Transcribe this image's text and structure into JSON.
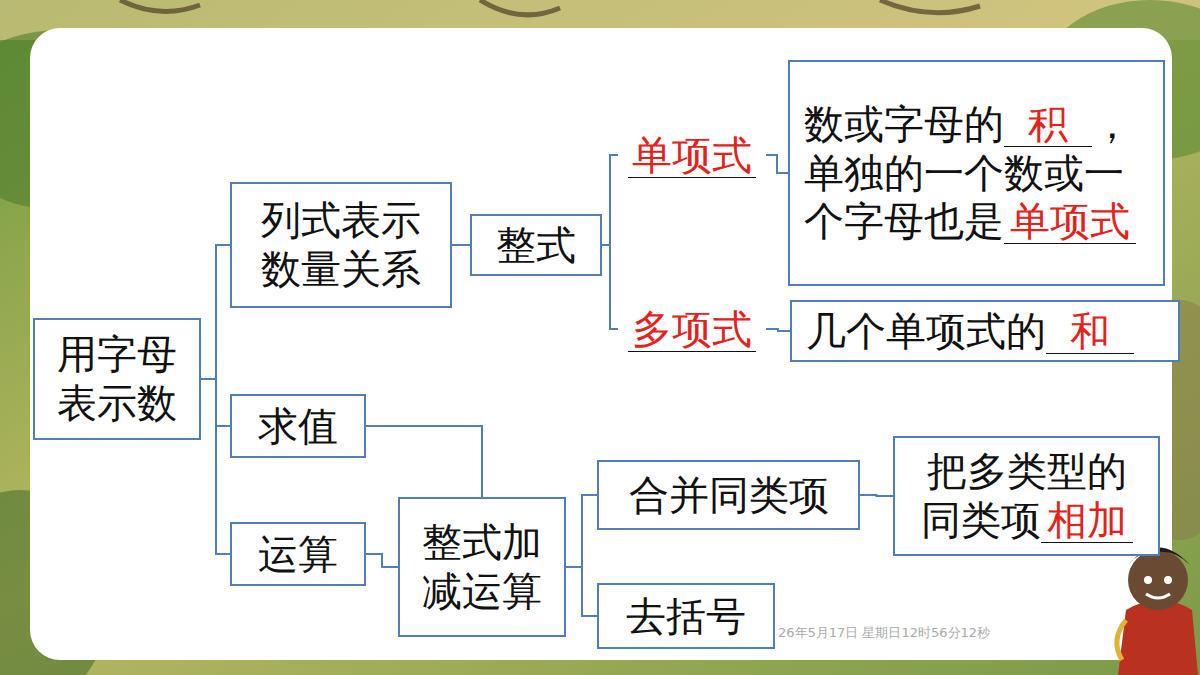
{
  "diagram": {
    "nodes": [
      {
        "text": [
          "用字母表示数"
        ]
      },
      {
        "text": [
          "列式表示数量关系"
        ]
      },
      {
        "text": [
          "整式"
        ]
      },
      {
        "text": [
          "单项式"
        ]
      },
      {
        "text": [
          "数或字母的",
          "积",
          "，单独的一个数或一个字母也是",
          "单项式"
        ]
      },
      {
        "text": [
          "多项式"
        ]
      },
      {
        "text": [
          "几个单项式的",
          "和"
        ]
      },
      {
        "text": [
          "求值"
        ]
      },
      {
        "text": [
          "运算"
        ]
      },
      {
        "text": [
          "整式加减运算"
        ]
      },
      {
        "text": [
          "合并同类项"
        ]
      },
      {
        "text": [
          "把多类型的同类项",
          "相加"
        ]
      },
      {
        "text": [
          "去括号"
        ]
      }
    ],
    "edges": [
      {
        "from": 0,
        "to": 1,
        "arrow": "none"
      },
      {
        "from": 0,
        "to": 7,
        "arrow": "none"
      },
      {
        "from": 0,
        "to": 8,
        "arrow": "none"
      },
      {
        "from": 1,
        "to": 2,
        "arrow": "none"
      },
      {
        "from": 2,
        "to": 3,
        "arrow": "none"
      },
      {
        "from": 2,
        "to": 5,
        "arrow": "none"
      },
      {
        "from": 3,
        "to": 4,
        "arrow": "none"
      },
      {
        "from": 5,
        "to": 6,
        "arrow": "none"
      },
      {
        "from": 7,
        "to": 9,
        "arrow": "none"
      },
      {
        "from": 8,
        "to": 9,
        "arrow": "none"
      },
      {
        "from": 9,
        "to": 10,
        "arrow": "none"
      },
      {
        "from": 9,
        "to": 12,
        "arrow": "none"
      },
      {
        "from": 10,
        "to": 11,
        "arrow": "none"
      }
    ],
    "labels": [
      "26年5月17日 星期日12时56分12秒"
    ]
  }
}
